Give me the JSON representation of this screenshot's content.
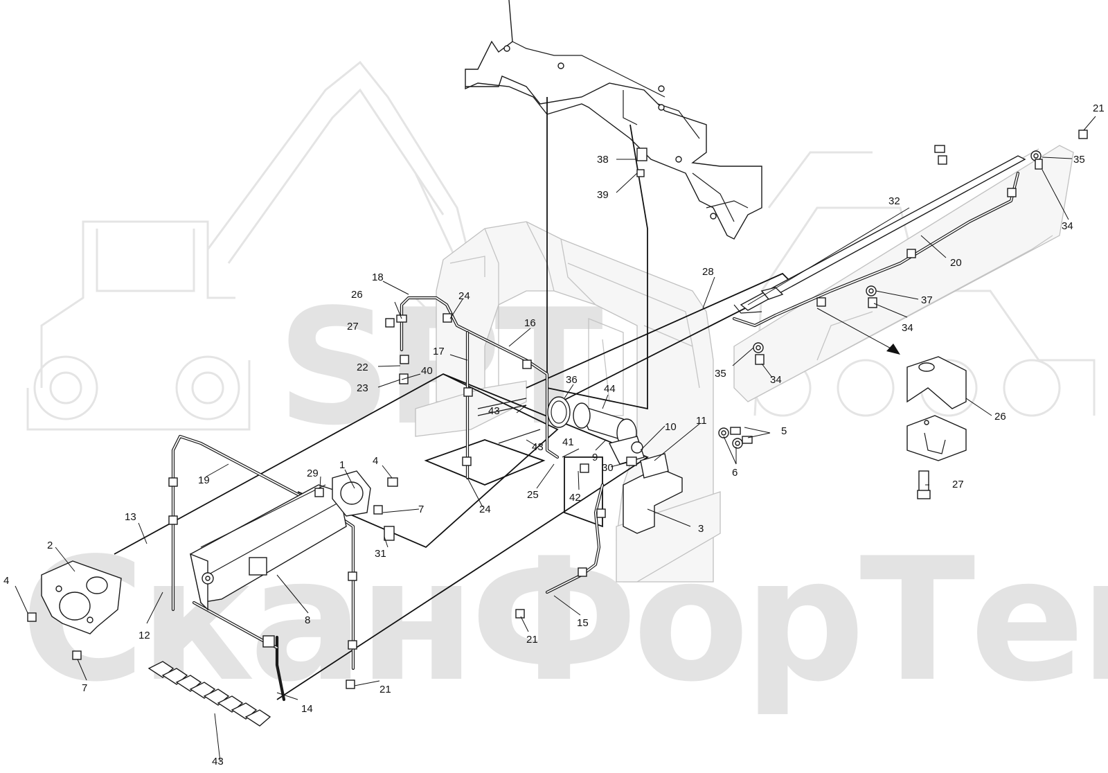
{
  "watermark": {
    "brand_top": "SPT",
    "brand_bottom": "СканФорТек"
  },
  "callouts": [
    {
      "id": "c1",
      "text": "1"
    },
    {
      "id": "c2",
      "text": "2"
    },
    {
      "id": "c3",
      "text": "3"
    },
    {
      "id": "c4a",
      "text": "4"
    },
    {
      "id": "c4b",
      "text": "4"
    },
    {
      "id": "c5",
      "text": "5"
    },
    {
      "id": "c6",
      "text": "6"
    },
    {
      "id": "c7a",
      "text": "7"
    },
    {
      "id": "c7b",
      "text": "7"
    },
    {
      "id": "c8",
      "text": "8"
    },
    {
      "id": "c9",
      "text": "9"
    },
    {
      "id": "c10",
      "text": "10"
    },
    {
      "id": "c11",
      "text": "11"
    },
    {
      "id": "c12",
      "text": "12"
    },
    {
      "id": "c13",
      "text": "13"
    },
    {
      "id": "c14",
      "text": "14"
    },
    {
      "id": "c15",
      "text": "15"
    },
    {
      "id": "c16",
      "text": "16"
    },
    {
      "id": "c17",
      "text": "17"
    },
    {
      "id": "c18",
      "text": "18"
    },
    {
      "id": "c19",
      "text": "19"
    },
    {
      "id": "c20",
      "text": "20"
    },
    {
      "id": "c21a",
      "text": "21"
    },
    {
      "id": "c21b",
      "text": "21"
    },
    {
      "id": "c21c",
      "text": "21"
    },
    {
      "id": "c22",
      "text": "22"
    },
    {
      "id": "c23",
      "text": "23"
    },
    {
      "id": "c24a",
      "text": "24"
    },
    {
      "id": "c24b",
      "text": "24"
    },
    {
      "id": "c25",
      "text": "25"
    },
    {
      "id": "c26a",
      "text": "26"
    },
    {
      "id": "c26b",
      "text": "26"
    },
    {
      "id": "c27a",
      "text": "27"
    },
    {
      "id": "c27b",
      "text": "27"
    },
    {
      "id": "c28",
      "text": "28"
    },
    {
      "id": "c29",
      "text": "29"
    },
    {
      "id": "c30",
      "text": "30"
    },
    {
      "id": "c31",
      "text": "31"
    },
    {
      "id": "c32",
      "text": "32"
    },
    {
      "id": "c34a",
      "text": "34"
    },
    {
      "id": "c34b",
      "text": "34"
    },
    {
      "id": "c34c",
      "text": "34"
    },
    {
      "id": "c35a",
      "text": "35"
    },
    {
      "id": "c35b",
      "text": "35"
    },
    {
      "id": "c36",
      "text": "36"
    },
    {
      "id": "c37",
      "text": "37"
    },
    {
      "id": "c38",
      "text": "38"
    },
    {
      "id": "c39",
      "text": "39"
    },
    {
      "id": "c40",
      "text": "40"
    },
    {
      "id": "c41",
      "text": "41"
    },
    {
      "id": "c42",
      "text": "42"
    },
    {
      "id": "c43a",
      "text": "43"
    },
    {
      "id": "c43b",
      "text": "43"
    },
    {
      "id": "c43c",
      "text": "43"
    },
    {
      "id": "c44",
      "text": "44"
    }
  ]
}
